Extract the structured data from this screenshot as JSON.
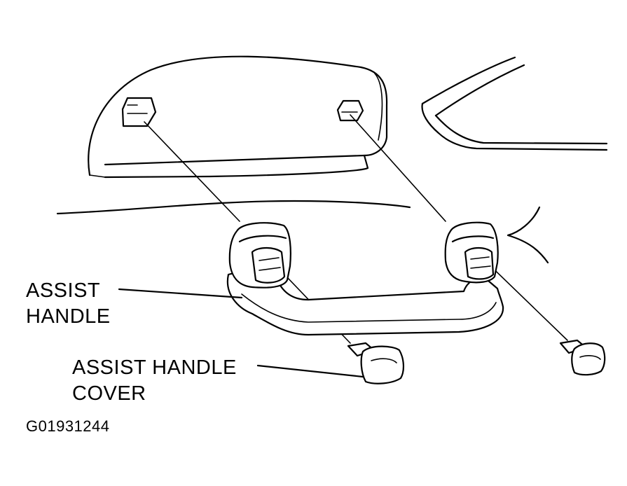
{
  "labels": {
    "assist_handle": [
      "ASSIST",
      "HANDLE"
    ],
    "assist_handle_cover": [
      "ASSIST HANDLE",
      "COVER"
    ]
  },
  "figure_code": "G01931244",
  "colors": {
    "line": "#000000",
    "background": "#ffffff"
  }
}
